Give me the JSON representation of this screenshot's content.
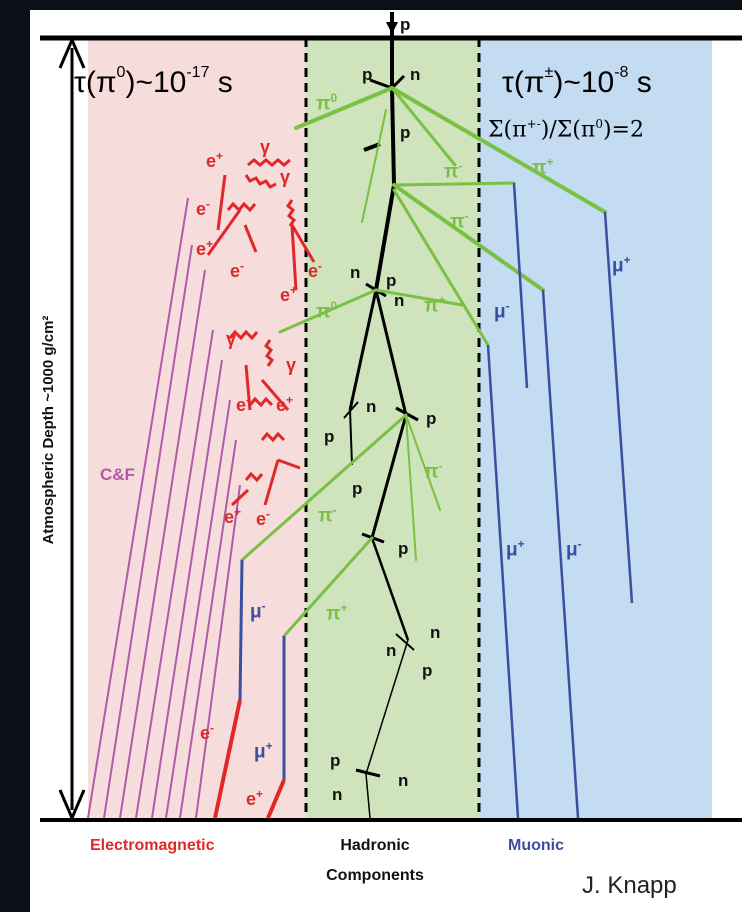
{
  "header": {
    "tau_pi0_prefix": "τ(π",
    "tau_pi0_sup": "0",
    "tau_pi0_mid": ")~10",
    "tau_pi0_exp": "-17",
    "tau_pi0_unit": " s",
    "tau_pic_prefix": "τ(π",
    "tau_pic_sup": "±",
    "tau_pic_mid": ")~10",
    "tau_pic_exp": "-8",
    "tau_pic_unit": " s",
    "ratio_a": "Σ(π",
    "ratio_a_sup": "+-",
    "ratio_b": ")/Σ(π",
    "ratio_b_sup": "0",
    "ratio_c": ")=2"
  },
  "axis_label": "Atmospheric Depth   ~1000 g/cm²",
  "components": {
    "electromagnetic": "Electromagnetic",
    "hadronic_line1": "Hadronic",
    "hadronic_line2": "Components",
    "muonic": "Muonic"
  },
  "credit": "J. Knapp",
  "cf_label": "C&F",
  "colors": {
    "em_region": "#f7dcdc",
    "had_region": "#cfe4bd",
    "mu_region": "#c3dcf1",
    "hadron_line": "#000000",
    "pion_line": "#7ac043",
    "em_line": "#e02828",
    "muon_line": "#3a4fa0",
    "cf_line": "#b05aa8"
  },
  "particles": {
    "p": "p",
    "n": "n",
    "pi": "π",
    "pi_plus": "+",
    "pi_minus": "-",
    "pi_zero": "0",
    "mu": "μ",
    "e": "e",
    "gamma": "γ",
    "plus": "+",
    "minus": "-"
  }
}
